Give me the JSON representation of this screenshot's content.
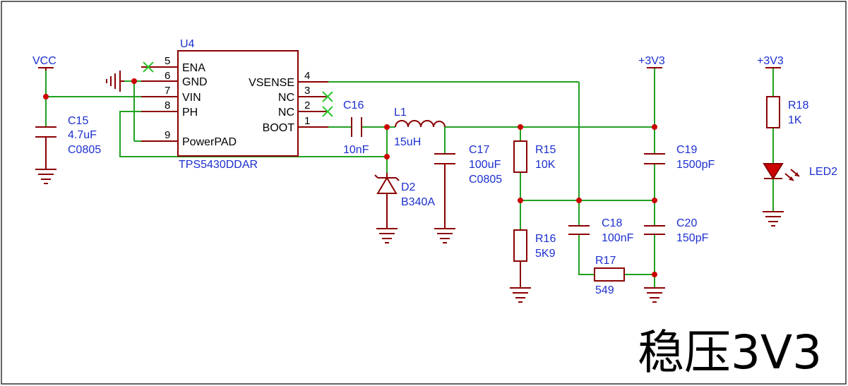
{
  "title": "稳压3V3",
  "chip": {
    "ref": "U4",
    "part": "TPS5430DDAR",
    "left_pins": [
      {
        "num": "5",
        "name": "ENA"
      },
      {
        "num": "6",
        "name": "GND"
      },
      {
        "num": "7",
        "name": "VIN"
      },
      {
        "num": "8",
        "name": "PH"
      },
      {
        "num": "9",
        "name": "PowerPAD"
      }
    ],
    "right_pins": [
      {
        "num": "4",
        "name": "VSENSE"
      },
      {
        "num": "3",
        "name": "NC"
      },
      {
        "num": "2",
        "name": "NC"
      },
      {
        "num": "1",
        "name": "BOOT"
      }
    ]
  },
  "power_ports": {
    "vcc": "VCC",
    "v33_a": "+3V3",
    "v33_b": "+3V3"
  },
  "components": {
    "c15": {
      "ref": "C15",
      "value": "4.7uF",
      "package": "C0805"
    },
    "c16": {
      "ref": "C16",
      "value": "10nF"
    },
    "l1": {
      "ref": "L1",
      "value": "15uH"
    },
    "d2": {
      "ref": "D2",
      "value": "B340A"
    },
    "c17": {
      "ref": "C17",
      "value": "100uF",
      "package": "C0805"
    },
    "r15": {
      "ref": "R15",
      "value": "10K"
    },
    "r16": {
      "ref": "R16",
      "value": "5K9"
    },
    "c18": {
      "ref": "C18",
      "value": "100nF"
    },
    "r17": {
      "ref": "R17",
      "value": "549"
    },
    "c19": {
      "ref": "C19",
      "value": "1500pF"
    },
    "c20": {
      "ref": "C20",
      "value": "150pF"
    },
    "r18": {
      "ref": "R18",
      "value": "1K"
    },
    "led2": {
      "ref": "LED2"
    }
  },
  "colors": {
    "wire": "#21a121",
    "symbol": "#8b0000",
    "junction": "#cc0000",
    "designator": "#1c2fd0",
    "no_connect": "#2ec52e"
  }
}
